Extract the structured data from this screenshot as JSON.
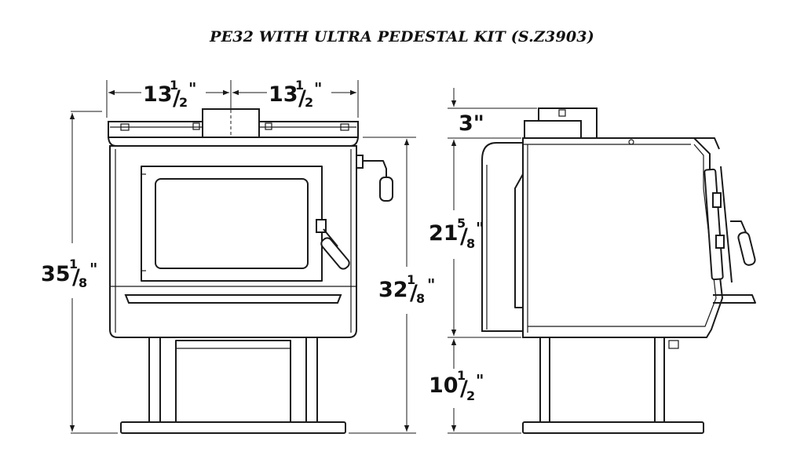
{
  "title": "PE32 WITH ULTRA PEDESTAL KIT (S.Z3903)",
  "dimensions": {
    "front_width_left": {
      "whole": "13",
      "num": "1",
      "den": "2",
      "unit": "\""
    },
    "front_width_right": {
      "whole": "13",
      "num": "1",
      "den": "2",
      "unit": "\""
    },
    "overall_height": {
      "whole": "35",
      "num": "1",
      "den": "8",
      "unit": "\""
    },
    "body_height": {
      "whole": "32",
      "num": "1",
      "den": "8",
      "unit": "\""
    },
    "flue_height": {
      "text": "3\""
    },
    "side_body_height": {
      "whole": "21",
      "num": "5",
      "den": "8",
      "unit": "\""
    },
    "pedestal_height": {
      "whole": "10",
      "num": "1",
      "den": "2",
      "unit": "\""
    }
  },
  "colors": {
    "line": "#1a1a1a",
    "background": "#ffffff"
  }
}
